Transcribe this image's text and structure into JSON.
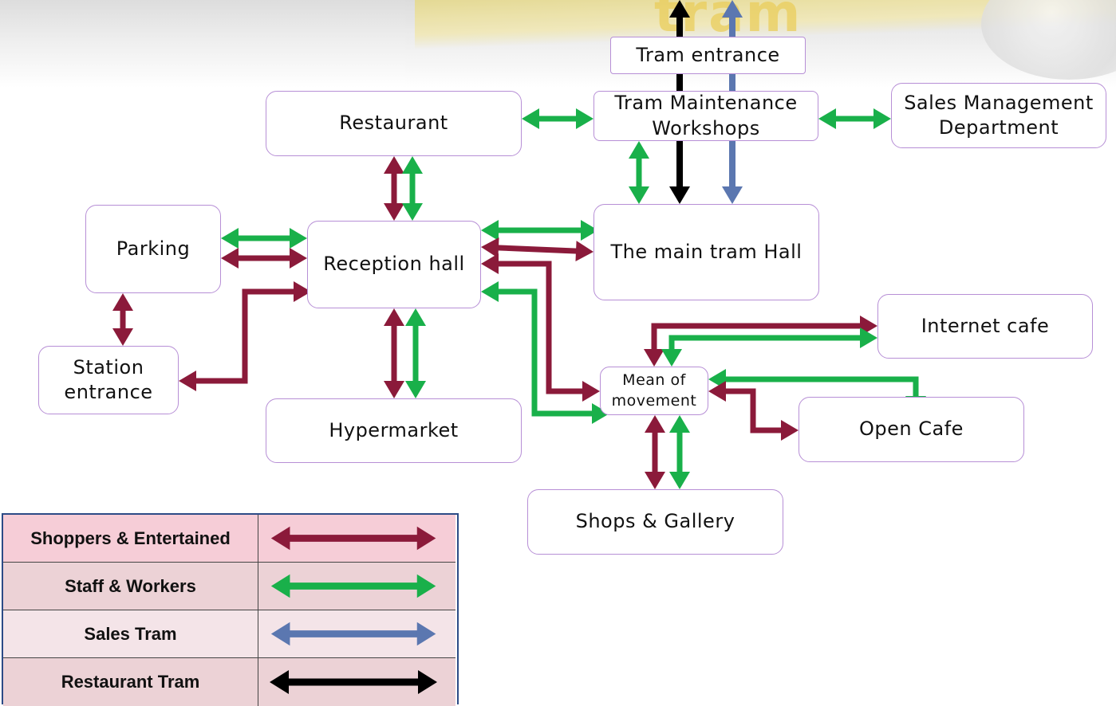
{
  "colors": {
    "shoppers": "#8b1a3a",
    "staff": "#19b04a",
    "sales": "#5b77b0",
    "restaurant_tram": "#000000",
    "legend_row_1": "#f6cdd7",
    "legend_row_2": "#ecd2d6",
    "legend_row_3": "#f4e4e8",
    "legend_row_4": "#ecd2d6"
  },
  "banner": {
    "logo_text": "tram"
  },
  "nodes": {
    "tram_entrance": "Tram entrance",
    "workshops_line1": "Tram Maintenance",
    "workshops_line2": "Workshops",
    "sales_line1": "Sales Management",
    "sales_line2": "Department",
    "restaurant": "Restaurant",
    "parking": "Parking",
    "reception": "Reception hall",
    "main_hall": "The main tram Hall",
    "internet_cafe": "Internet cafe",
    "station_line1": "Station",
    "station_line2": "entrance",
    "mean_line1": "Mean of",
    "mean_line2": "movement",
    "hypermarket": "Hypermarket",
    "open_cafe": "Open Cafe",
    "shops": "Shops & Gallery"
  },
  "legend": [
    {
      "label": "Shoppers & Entertained",
      "color_key": "shoppers"
    },
    {
      "label": "Staff & Workers",
      "color_key": "staff"
    },
    {
      "label": "Sales Tram",
      "color_key": "sales"
    },
    {
      "label": "Restaurant Tram",
      "color_key": "restaurant_tram"
    }
  ]
}
